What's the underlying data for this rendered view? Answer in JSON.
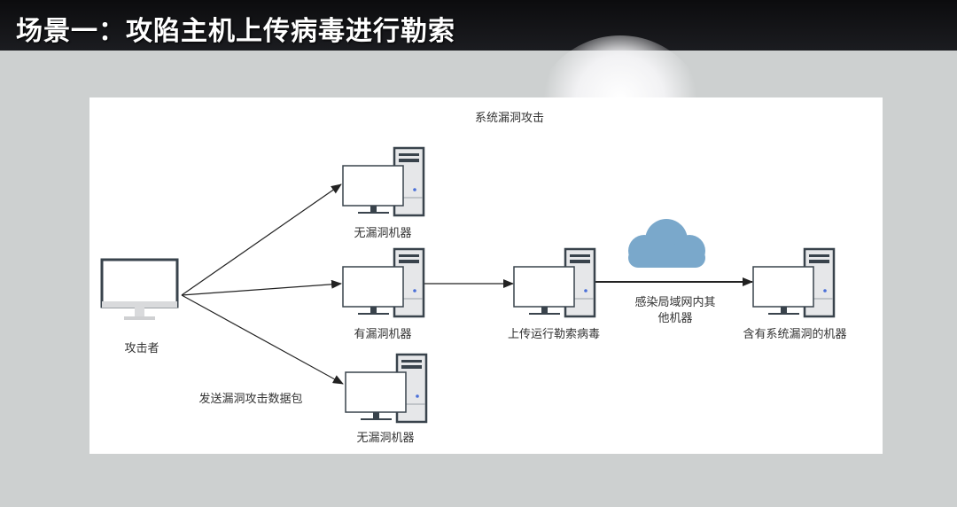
{
  "slide_title": "场景一：攻陷主机上传病毒进行勒索",
  "diagram": {
    "title": "系统漏洞攻击",
    "nodes": {
      "attacker": "攻击者",
      "top_machine": "无漏洞机器",
      "middle_machine": "有漏洞机器",
      "bottom_machine": "无漏洞机器",
      "upload": "上传运行勒索病毒",
      "target": "含有系统漏洞的机器"
    },
    "edge_labels": {
      "send_packet": "发送漏洞攻击数据包",
      "infect_line1": "感染局域网内其",
      "infect_line2": "他机器"
    },
    "colors": {
      "cloud": "#7aa8cb",
      "device_dark": "#39434c",
      "device_light": "#e6e7e9",
      "led": "#4a6fd8"
    }
  }
}
